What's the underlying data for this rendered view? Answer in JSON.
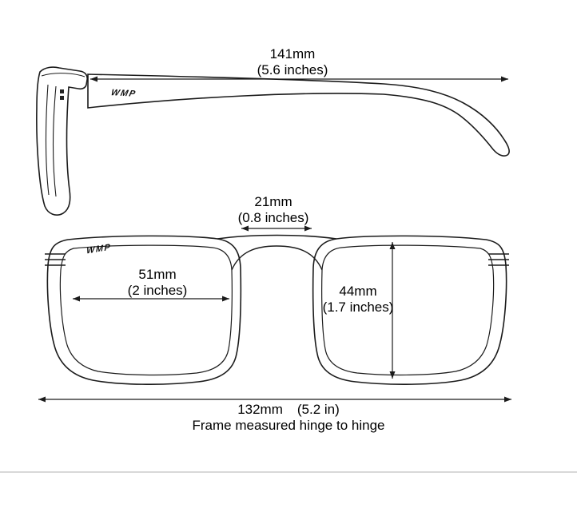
{
  "brand": {
    "logo_text": "WMP"
  },
  "labels": {
    "temple": {
      "mm": "141mm",
      "inches": "(5.6 inches)"
    },
    "bridge": {
      "mm": "21mm",
      "inches": "(0.8 inches)"
    },
    "lens_width": {
      "mm": "51mm",
      "inches": "(2 inches)"
    },
    "lens_height": {
      "mm": "44mm",
      "inches": "(1.7 inches)"
    },
    "frame_width": {
      "mm": "132mm",
      "inches": "(5.2 in)",
      "note": "Frame measured hinge to hinge"
    }
  },
  "colors": {
    "line": "#1b1b1b",
    "divider": "#d8d8d8",
    "background": "#ffffff"
  }
}
